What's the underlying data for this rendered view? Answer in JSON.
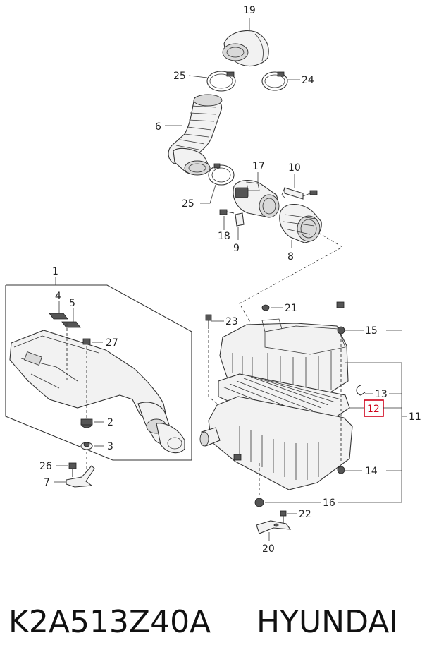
{
  "diagram": {
    "callouts": {
      "c19": "19",
      "c25a": "25",
      "c24": "24",
      "c6": "6",
      "c17": "17",
      "c10": "10",
      "c25b": "25",
      "c18": "18",
      "c9": "9",
      "c8": "8",
      "c1": "1",
      "c4": "4",
      "c5": "5",
      "c27": "27",
      "c2": "2",
      "c3": "3",
      "c26": "26",
      "c7": "7",
      "c23": "23",
      "c21": "21",
      "c15": "15",
      "c13": "13",
      "c12": "12",
      "c11": "11",
      "c14": "14",
      "c16": "16",
      "c22": "22",
      "c20": "20"
    },
    "highlighted_callout": "12",
    "highlight_color": "#d0021b"
  },
  "footer": {
    "part_number": "K2A513Z40A",
    "brand": "HYUNDAI"
  }
}
